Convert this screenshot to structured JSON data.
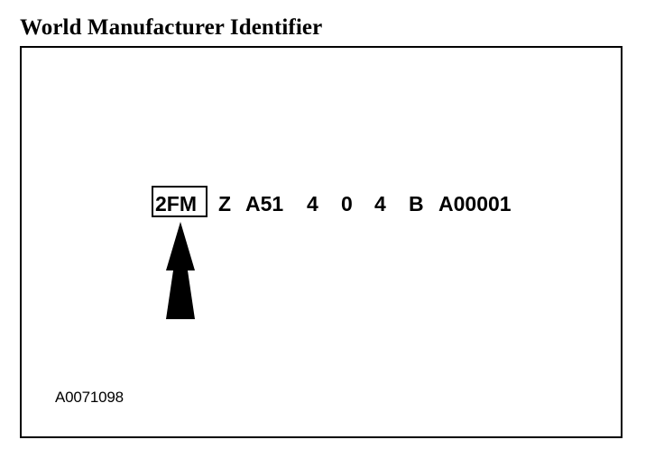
{
  "title": "World Manufacturer Identifier",
  "vin": {
    "wmi": "2FM",
    "segments": [
      "Z",
      "A51",
      "4",
      "0",
      "4",
      "B",
      "A00001"
    ]
  },
  "figure_id": "A0071098"
}
